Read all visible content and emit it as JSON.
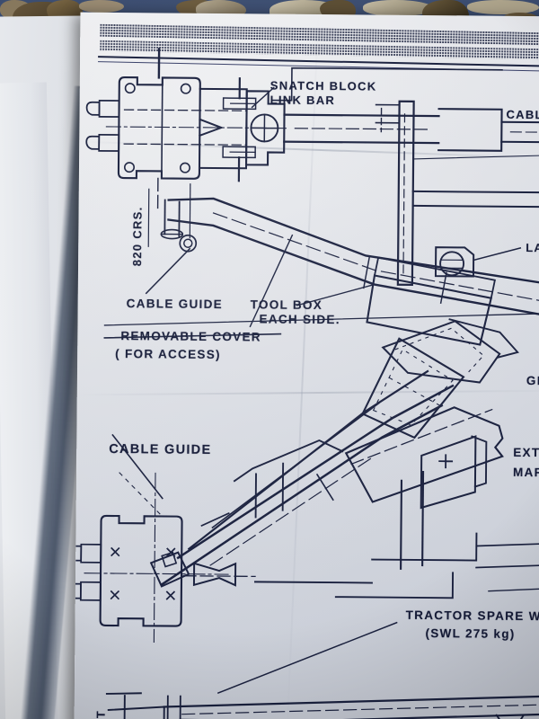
{
  "scene": {
    "subject": "engineering-drawing-photograph",
    "sheet_title_hidden": "",
    "background_color": "#32456b",
    "paper_color": "#e9eaee",
    "ink_color": "#1b2240"
  },
  "annotations": [
    {
      "id": "snatch-block-link-bar",
      "line1": "SNATCH BLOCK",
      "line2": "LINK BAR"
    },
    {
      "id": "cable",
      "line1": "CABLE",
      "line2": ""
    },
    {
      "id": "lashing",
      "line1": "LASHING",
      "line2": ""
    },
    {
      "id": "crs-dimension",
      "line1": "820 CRS.",
      "line2": ""
    },
    {
      "id": "cable-guide-upper",
      "line1": "CABLE GUIDE",
      "line2": ""
    },
    {
      "id": "tool-box",
      "line1": "TOOL BOX",
      "line2": "EACH  SIDE."
    },
    {
      "id": "removable-cover",
      "line1": "REMOVABLE COVER",
      "line2": "( FOR ACCESS)"
    },
    {
      "id": "grab",
      "line1": "GRA",
      "line2": ""
    },
    {
      "id": "extension-marker",
      "line1": "EXTEN",
      "line2": "MARKE"
    },
    {
      "id": "cable-guide-lower",
      "line1": "CABLE GUIDE",
      "line2": ""
    },
    {
      "id": "tractor-spare-wheel",
      "line1": "TRACTOR SPARE WHEE",
      "line2": "(SWL 275 kg)"
    },
    {
      "id": "bottom-clipped",
      "line1": "HT",
      "line2": ""
    }
  ],
  "labels": {
    "snatch_block_l1": "SNATCH BLOCK",
    "snatch_block_l2": "LINK BAR",
    "cable": "CABLE",
    "lashing": "LASHING",
    "crs": "820 CRS.",
    "cable_guide_1": "CABLE GUIDE",
    "tool_box_l1": "TOOL BOX",
    "tool_box_l2": "EACH  SIDE.",
    "removable_cover_l1": "REMOVABLE COVER",
    "removable_cover_l2": "( FOR ACCESS)",
    "grab": "GRA",
    "extension_l1": "EXTEN",
    "extension_l2": "MARKE",
    "cable_guide_2": "CABLE GUIDE",
    "spare_wheel_l1": "TRACTOR SPARE WHEE",
    "spare_wheel_l2": "(SWL 275 kg)",
    "bottom_clip": "HT"
  }
}
